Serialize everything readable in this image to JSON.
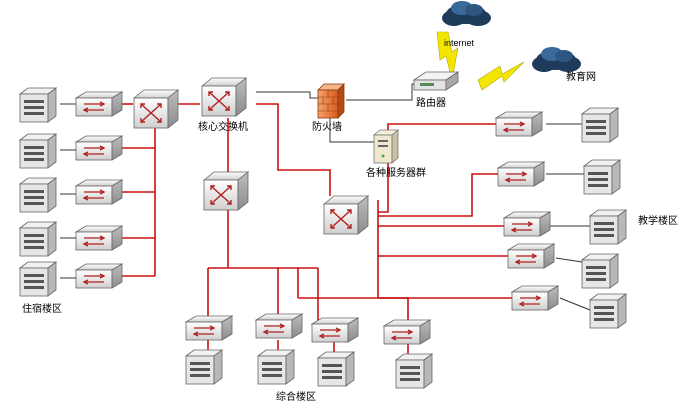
{
  "labels": {
    "core": "核心交换机",
    "firewall": "防火墙",
    "router": "路由器",
    "servers": "各种服务器群",
    "internet": "internet",
    "edu": "教育网",
    "dorm": "住宿楼区",
    "teach": "教学楼区",
    "general": "综合楼区"
  },
  "colors": {
    "link": "#cc1111",
    "lightning": "#f2e600",
    "firewall": "#e8743a",
    "cloud": "#1f3b5c"
  },
  "icons": [
    "switch-icon",
    "server-icon",
    "router-icon",
    "firewall-icon",
    "cloud-icon",
    "lightning-icon"
  ]
}
